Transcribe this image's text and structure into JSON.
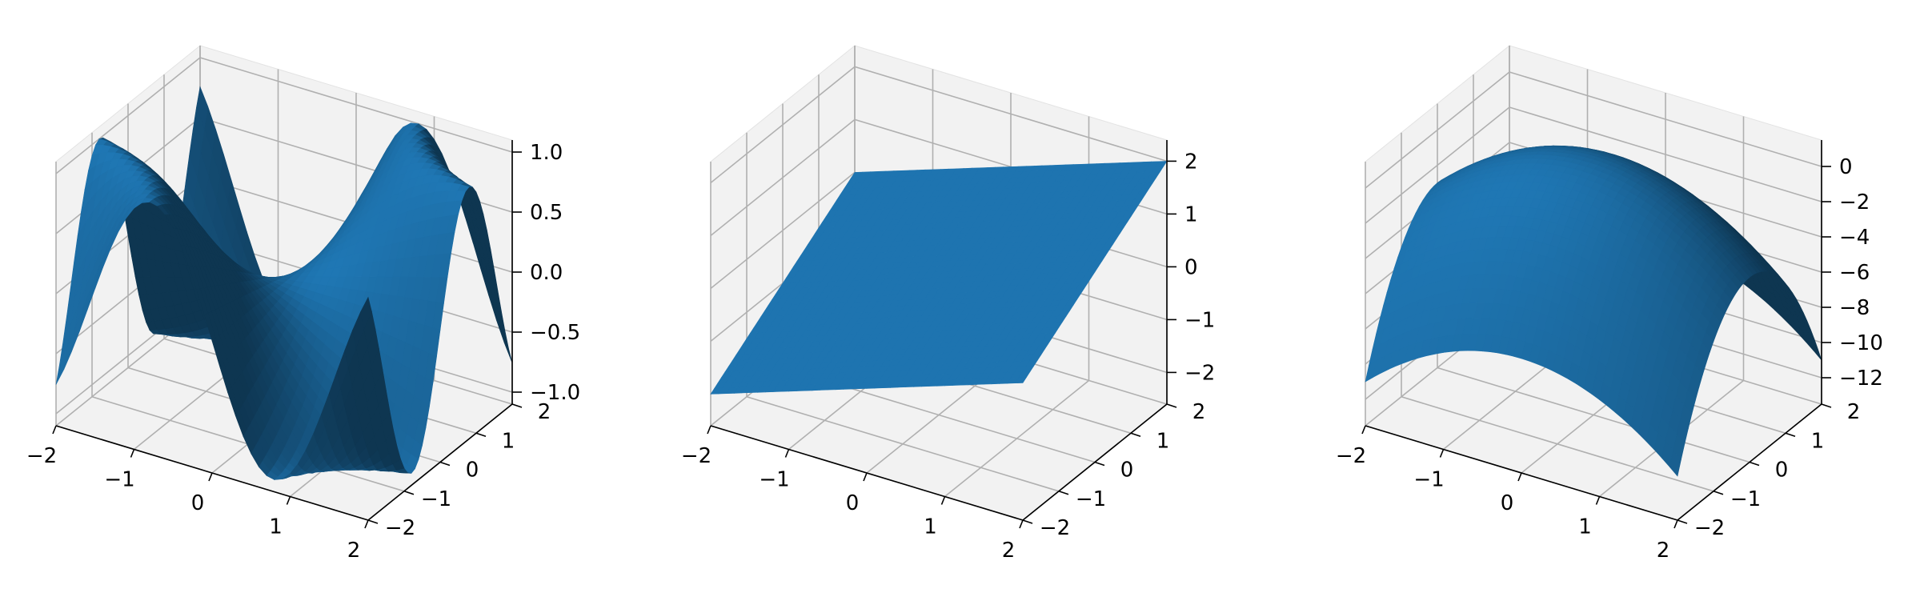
{
  "figure": {
    "colors": {
      "surface": "#1f77b4",
      "pane": "#f2f2f2",
      "pane_edge": "#e3e3e3",
      "grid": "#b0b0b0",
      "axis": "#000000"
    }
  },
  "chart_data": [
    {
      "type": "surface3d",
      "surface": "sin(x*y)",
      "x": {
        "range": [
          -2,
          2
        ],
        "ticks": [
          -2,
          -1,
          0,
          1,
          2
        ],
        "tick_labels": [
          "−2",
          "−1",
          "0",
          "1",
          "2"
        ]
      },
      "y": {
        "range": [
          -2,
          2
        ],
        "ticks": [
          -2,
          -1,
          0,
          1,
          2
        ],
        "tick_labels": [
          "−2",
          "−1",
          "0",
          "1",
          "2"
        ]
      },
      "z": {
        "range": [
          -1.1,
          1.1
        ],
        "ticks": [
          -1.0,
          -0.5,
          0.0,
          0.5,
          1.0
        ],
        "tick_labels": [
          "−1.0",
          "−0.5",
          "0.0",
          "0.5",
          "1.0"
        ]
      },
      "xlabel": "",
      "ylabel": "",
      "zlabel": "",
      "title": "",
      "grid": true
    },
    {
      "type": "surface3d",
      "surface": "(x+y)/2",
      "x": {
        "range": [
          -2,
          2
        ],
        "ticks": [
          -2,
          -1,
          0,
          1,
          2
        ],
        "tick_labels": [
          "−2",
          "−1",
          "0",
          "1",
          "2"
        ]
      },
      "y": {
        "range": [
          -2,
          2
        ],
        "ticks": [
          -2,
          -1,
          0,
          1,
          2
        ],
        "tick_labels": [
          "−2",
          "−1",
          "0",
          "1",
          "2"
        ]
      },
      "z": {
        "range": [
          -2.6,
          2.4
        ],
        "ticks": [
          -2,
          -1,
          0,
          1,
          2
        ],
        "tick_labels": [
          "−2",
          "−1",
          "0",
          "1",
          "2"
        ]
      },
      "xlabel": "",
      "ylabel": "",
      "zlabel": "",
      "title": "",
      "grid": true
    },
    {
      "type": "surface3d",
      "surface": "1 - x^2 - 2y^2",
      "x": {
        "range": [
          -2,
          2
        ],
        "ticks": [
          -2,
          -1,
          0,
          1,
          2
        ],
        "tick_labels": [
          "−2",
          "−1",
          "0",
          "1",
          "2"
        ]
      },
      "y": {
        "range": [
          -2,
          2
        ],
        "ticks": [
          -2,
          -1,
          0,
          1,
          2
        ],
        "tick_labels": [
          "−2",
          "−1",
          "0",
          "1",
          "2"
        ]
      },
      "z": {
        "range": [
          -13.5,
          1.5
        ],
        "ticks": [
          -12,
          -10,
          -8,
          -6,
          -4,
          -2,
          0
        ],
        "tick_labels": [
          "−12",
          "−10",
          "−8",
          "−6",
          "−4",
          "−2",
          "0"
        ]
      },
      "xlabel": "",
      "ylabel": "",
      "zlabel": "",
      "title": "",
      "grid": true
    }
  ]
}
